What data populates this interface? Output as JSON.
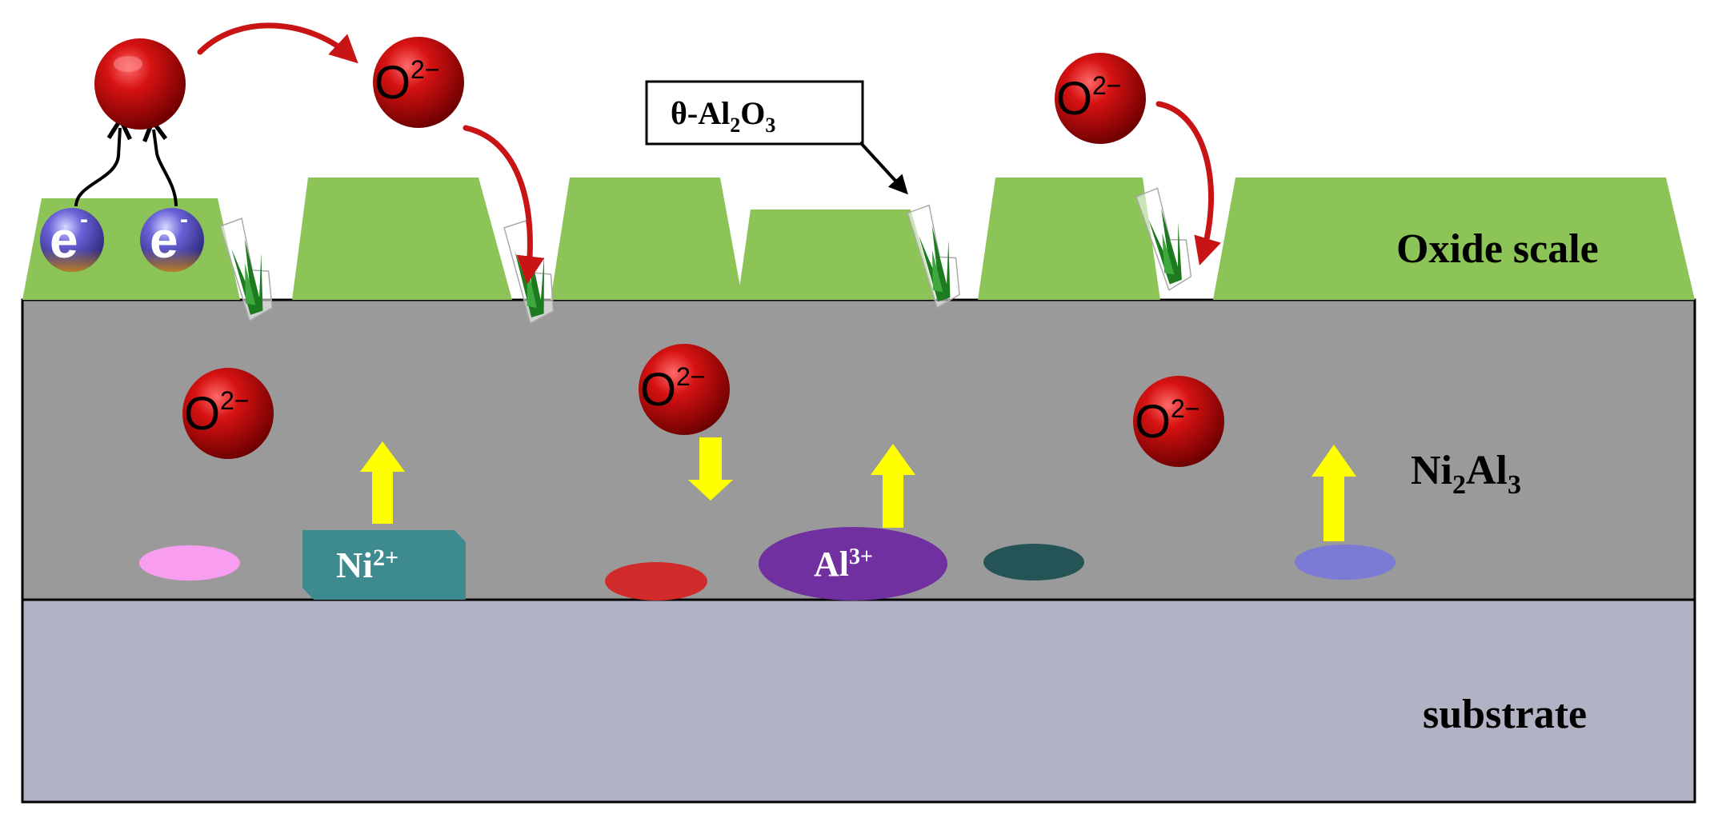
{
  "labels": {
    "oxide_scale": "Oxide scale",
    "ni2al3": {
      "base1": "Ni",
      "sub1": "2",
      "base2": "Al",
      "sub2": "3"
    },
    "substrate": "substrate",
    "theta_alumina": {
      "prefix": "θ-Al",
      "sub1": "2",
      "mid": "O",
      "sub2": "3"
    }
  },
  "ions": {
    "oxygen": {
      "symbol": "O",
      "charge": "2−"
    },
    "electron": {
      "symbol": "e",
      "charge": "-"
    },
    "nickel": {
      "symbol": "Ni",
      "charge": "2+"
    },
    "aluminium": {
      "symbol": "Al",
      "charge": "3+"
    }
  },
  "colors": {
    "oxide_scale": "#8dc457",
    "ni2al3_layer": "#9a9a9a",
    "substrate_layer": "#b1b2c4",
    "oxygen_ion": "#c0080a",
    "electron": "#4a44b8",
    "diffusion_arrow": "#ffff00",
    "transfer_arrow": "#c81414",
    "ni_ion": "#3d8b8f",
    "al_ion": "#7030a0",
    "particle_pink": "#f89df0",
    "particle_red": "#d12a2a",
    "particle_darkteal": "#245455",
    "particle_blue": "#7b7bd6"
  }
}
